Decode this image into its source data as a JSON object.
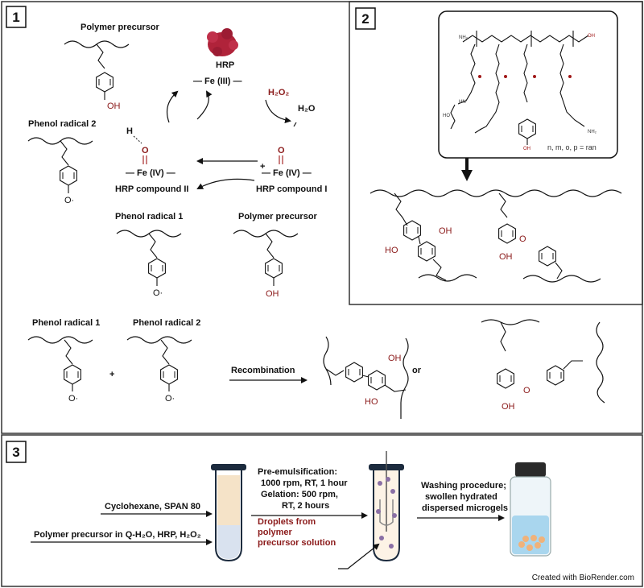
{
  "panels": {
    "p1": {
      "number": "1",
      "polymer_precursor_top": "Polymer precursor",
      "hrp": "HRP",
      "fe3": "— Fe (III) —",
      "h2o2": "H₂O₂",
      "h2o": "H₂O",
      "phenol_radical_2": "Phenol radical 2",
      "h_atom": "H",
      "o_atom": "O",
      "fe4_left": "— Fe (IV) —",
      "fe4_right": "— Fe (IV) —",
      "plus_sign": "+",
      "compound_2": "HRP compound II",
      "compound_1": "HRP compound I",
      "phenol_radical_1": "Phenol radical 1",
      "polymer_precursor_bottom": "Polymer precursor",
      "oh": "OH",
      "o_radical": "O·"
    },
    "p2": {
      "number": "2",
      "formula_note": "n, m, o, p = ran",
      "nh2": "NH₂",
      "oh_label": "OH",
      "ho_label": "HO",
      "hn": "HN"
    },
    "recomb": {
      "phenol_radical_1": "Phenol radical 1",
      "phenol_radical_2": "Phenol radical 2",
      "plus": "+",
      "recombination": "Recombination",
      "or": "or",
      "oh": "OH",
      "ho": "HO",
      "o": "O",
      "o_radical": "O·"
    },
    "p3": {
      "number": "3",
      "cyclohexane": "Cyclohexane, SPAN 80",
      "polymer_solution": "Polymer precursor in Q-H₂O, HRP, H₂O₂",
      "pre_emulsification": "Pre-emulsification:",
      "rpm_1000": "1000 rpm, RT, 1 hour",
      "gelation": "Gelation: 500 rpm,",
      "rt_2h": "RT, 2 hours",
      "droplets_1": "Droplets from",
      "droplets_2": "polymer",
      "droplets_3": "precursor solution",
      "washing_1": "Washing procedure;",
      "washing_2": "swollen hydrated",
      "washing_3": "dispersed microgels",
      "credit": "Created with BioRender.com"
    }
  },
  "colors": {
    "accent_red": "#8b1a1a",
    "hrp_protein": "#b0233a",
    "tube_rim": "#1c2b3e",
    "oil_phase": "#f5e3c8",
    "aqueous_phase": "#d9e2ef",
    "vial_liquid": "#a9d6ee",
    "microgel": "#f0b27a"
  }
}
